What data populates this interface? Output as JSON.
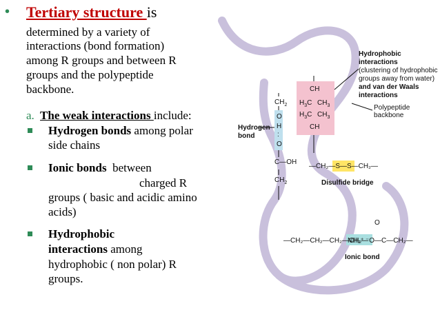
{
  "text": {
    "title_highlight": "Tertiary structure ",
    "title_rest": "is",
    "intro": [
      "determined by a variety of",
      "interactions (bond formation)",
      "among R groups and between R",
      "groups and the polypeptide",
      "backbone."
    ],
    "sub_letter": "a.",
    "sub_bold": "The weak interactions ",
    "sub_rest": "include:",
    "items": [
      {
        "bold": "Hydrogen bonds",
        "line1_rest": " among polar",
        "line2": "side chains"
      },
      {
        "bold": "Ionic bonds",
        "line1_rest": "  between",
        "line2": "charged R",
        "line3": "groups ( basic and acidic amino",
        "line4": "acids)"
      },
      {
        "bold_line1": "Hydrophobic",
        "bold_line2": "interactions",
        "line2_rest": " among",
        "line3": "hydrophobic ( non polar) R",
        "line4": "groups."
      }
    ]
  },
  "diagram": {
    "hydrophobic_label": [
      "Hydrophobic interactions",
      "(clustering of hydrophobic",
      "groups away from water)",
      "and van der Waals",
      "interactions"
    ],
    "polypeptide_label": [
      "Polypeptide",
      "backbone"
    ],
    "hydrogen_label": [
      "Hydrogen",
      "bond"
    ],
    "disulfide_label": "Disulfide bridge",
    "ionic_label": "Ionic bond",
    "ch2_top": "CH",
    "ch2_top_sub": "2",
    "ch_top": "CH",
    "h3c_1": "H",
    "h3c_1_sub": "3",
    "h3c_1_c": "C",
    "ch3_1": "CH",
    "ch3_1_sub": "3",
    "h3c_2": "H",
    "h3c_2_sub": "3",
    "h3c_2_c": "C",
    "ch3_2": "CH",
    "ch3_2_sub": "3",
    "ch_bottom": "CH",
    "o_hb": "O",
    "h_hb": "H",
    "dot_hb": ":",
    "o2_hb": "O",
    "c_oh": "C—OH",
    "ch2_low": "CH",
    "ch2_low_sub": "2",
    "disulfide_chain": "—CH₂—S—S—CH₂—",
    "ionic_chain_left": "—CH₂—CH₂—CH₂—CH₂—",
    "ionic_nh3": "NH₃⁺",
    "ionic_o": "⁻O—C—CH₂—",
    "ionic_carbonyl_o": "O",
    "colors": {
      "backbone": "#c9c0dc",
      "hydrophobic_box": "#f4c2cf",
      "hbond_box": "#bfe0ee",
      "disulfide_box": "#ffe566",
      "ionic_box": "#a9dfe0",
      "bullet": "#2e8b57",
      "title": "#c00000"
    }
  }
}
